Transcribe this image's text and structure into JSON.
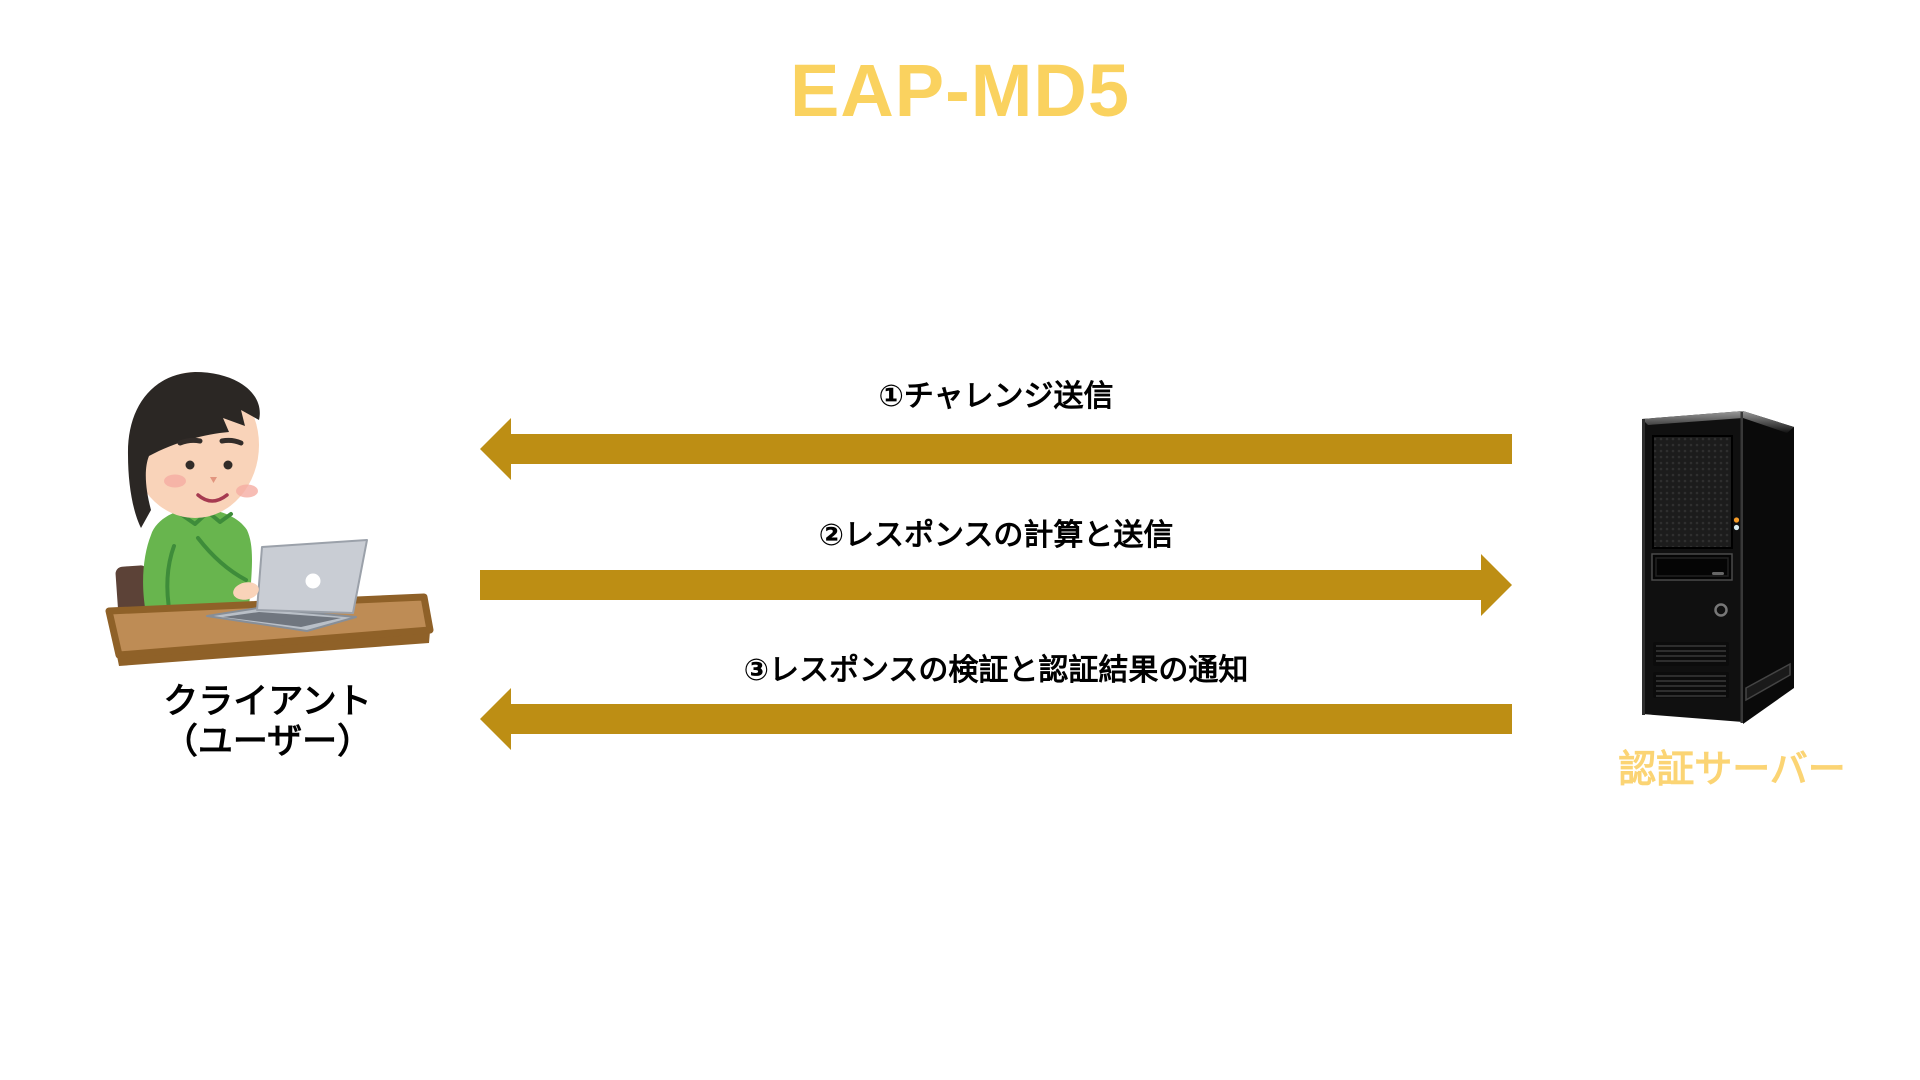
{
  "title": "EAP-MD5",
  "colors": {
    "background": "#FFFFFF",
    "title": "#FAD25F",
    "arrow": "#BD8E14",
    "server_label": "#FBD474",
    "message_text": "#000000",
    "client_label_text": "#000000"
  },
  "client": {
    "label_line1": "クライアント",
    "label_line2": "（ユーザー）",
    "illustration": "person-using-laptop-at-desk"
  },
  "server": {
    "label": "認証サーバー",
    "illustration": "black-tower-server"
  },
  "messages": [
    {
      "step": "1",
      "label": "①チャレンジ送信",
      "direction": "server-to-client"
    },
    {
      "step": "2",
      "label": "②レスポンスの計算と送信",
      "direction": "client-to-server"
    },
    {
      "step": "3",
      "label": "③レスポンスの検証と認証結果の通知",
      "direction": "server-to-client"
    }
  ]
}
